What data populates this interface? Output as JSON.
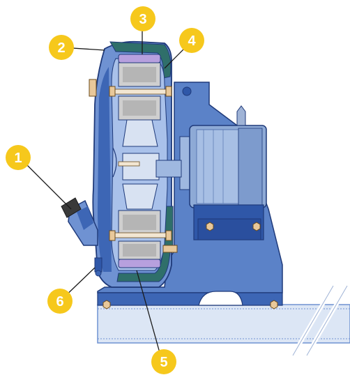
{
  "colors": {
    "callout": "#f6c81c",
    "leader": "#1a1a1a",
    "casing_dark": "#2f57a8",
    "casing": "#6f92d2",
    "casing_light": "#a9c1ea",
    "base_plate": "#dce6f5",
    "outline": "#1f3a7a",
    "rotor_shoe": "#cfcfcf",
    "shoe_cap": "#b7a0de",
    "hose_green": "#2f6f6a",
    "motor": "#8eaad6",
    "bolt": "#e8c89a"
  },
  "callouts": [
    {
      "label": "1",
      "target": "hose-connection"
    },
    {
      "label": "2",
      "target": "pump-housing"
    },
    {
      "label": "3",
      "target": "pressing-shoe"
    },
    {
      "label": "4",
      "target": "front-cover"
    },
    {
      "label": "5",
      "target": "hose-element"
    },
    {
      "label": "6",
      "target": "drain-plug"
    }
  ]
}
